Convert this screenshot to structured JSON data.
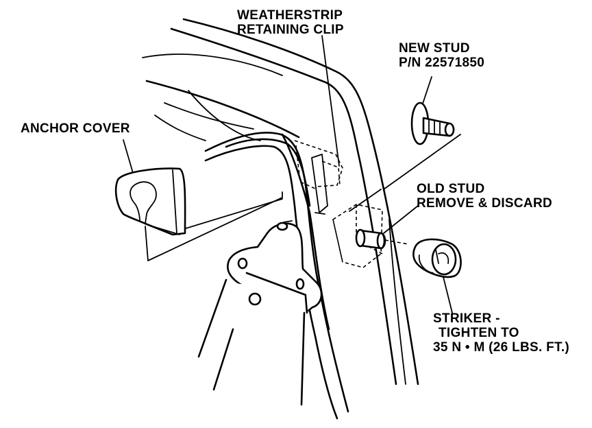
{
  "labels": {
    "weatherstrip_clip": [
      "WEATHERSTRIP",
      "RETAINING CLIP"
    ],
    "new_stud": [
      "NEW STUD",
      "P/N 22571850"
    ],
    "anchor_cover": "ANCHOR COVER",
    "old_stud": [
      "OLD STUD",
      "REMOVE & DISCARD"
    ],
    "striker": [
      "STRIKER -",
      "TIGHTEN TO",
      "35 N • M (26 LBS. FT.)"
    ]
  }
}
